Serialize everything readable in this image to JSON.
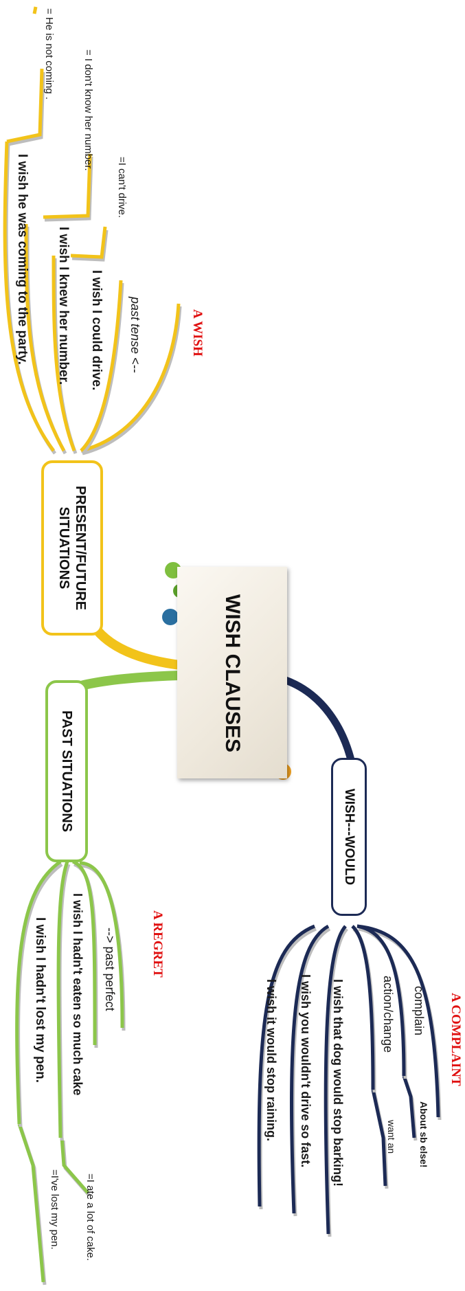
{
  "title": "WISH CLAUSES",
  "colors": {
    "present": "#f2c31a",
    "past": "#8cc64a",
    "would": "#1c2a55"
  },
  "present": {
    "label_line1": "PRESENT/FUTURE",
    "label_line2": "SITUATIONS",
    "header": "A WISH",
    "note": "past tense <--",
    "examples": [
      {
        "wish": "I wish I could drive.",
        "meaning": "=I can't drive."
      },
      {
        "wish": "I wish I knew her number.",
        "meaning": "= I don't know her number."
      },
      {
        "wish": "I wish he was coming to the party.",
        "meaning": "= He is not coming ."
      }
    ]
  },
  "past": {
    "label": "PAST SITUATIONS",
    "header": "A REGRET",
    "note": "--> past perfect",
    "examples": [
      {
        "wish": "I wish I hadn't eaten so much cake",
        "meaning": "=I ate a lot of cake."
      },
      {
        "wish": "I wish I hadn't lost my pen.",
        "meaning": "=I've lost my pen."
      }
    ]
  },
  "would": {
    "label": "WISH---WOULD",
    "header": "A COMPLAINT",
    "notes": [
      {
        "text": "complain",
        "detail": "About sb else!"
      },
      {
        "text": "action/change",
        "detail": "want an"
      }
    ],
    "examples": [
      "I wish that dog would stop barking!",
      "I wish you wouldn't drive so fast.",
      "I wish it would stop raining."
    ]
  }
}
